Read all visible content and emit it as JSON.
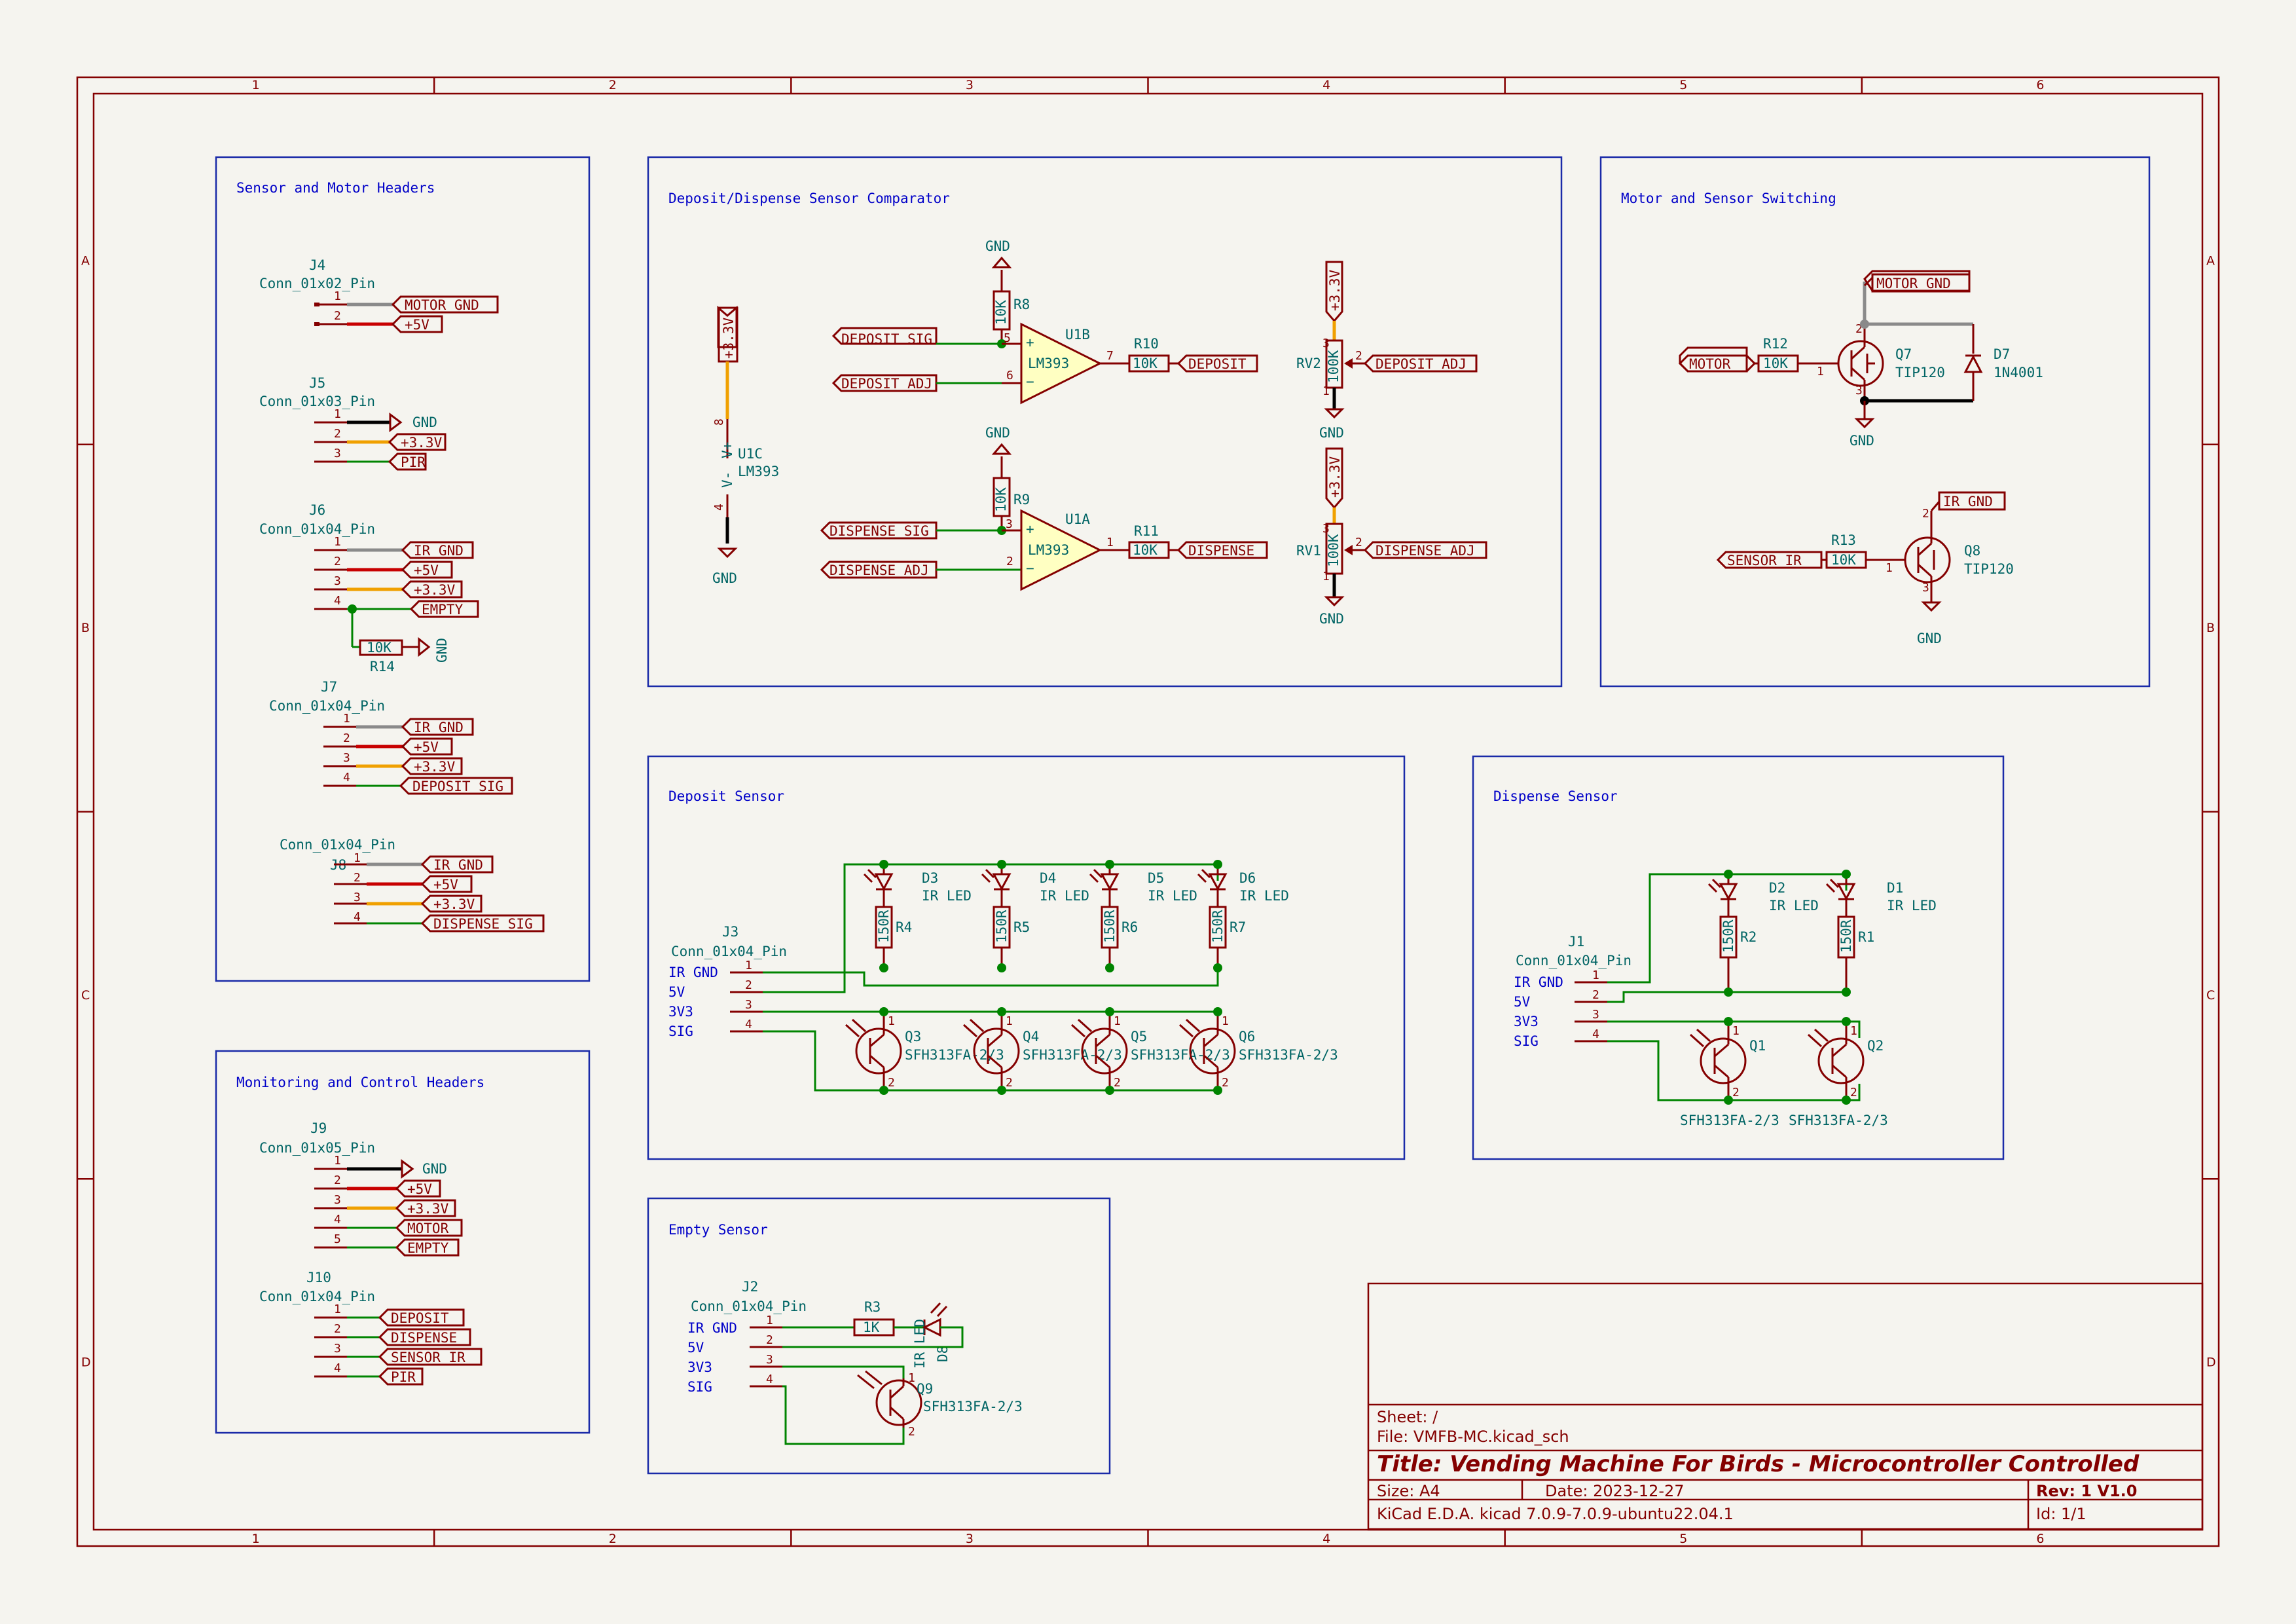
{
  "border": {
    "columns": [
      "1",
      "2",
      "3",
      "4",
      "5",
      "6"
    ],
    "rows": [
      "A",
      "B",
      "C",
      "D"
    ]
  },
  "blocks": {
    "sensor_motor_headers": {
      "title": "Sensor and Motor Headers",
      "connectors": [
        {
          "ref": "J4",
          "value": "Conn_01x02_Pin",
          "pins": [
            "1",
            "2"
          ],
          "nets": [
            "MOTOR GND",
            "+5V"
          ]
        },
        {
          "ref": "J5",
          "value": "Conn_01x03_Pin",
          "pins": [
            "1",
            "2",
            "3"
          ],
          "nets": [
            "GND",
            "+3.3V",
            "PIR"
          ]
        },
        {
          "ref": "J6",
          "value": "Conn_01x04_Pin",
          "pins": [
            "1",
            "2",
            "3",
            "4"
          ],
          "nets": [
            "IR GND",
            "+5V",
            "+3.3V",
            "EMPTY"
          ]
        },
        {
          "ref": "J7",
          "value": "Conn_01x04_Pin",
          "pins": [
            "1",
            "2",
            "3",
            "4"
          ],
          "nets": [
            "IR GND",
            "+5V",
            "+3.3V",
            "DEPOSIT SIG"
          ]
        },
        {
          "ref": "J8",
          "value": "Conn_01x04_Pin",
          "pins": [
            "1",
            "2",
            "3",
            "4"
          ],
          "nets": [
            "IR GND",
            "+5V",
            "+3.3V",
            "DISPENSE SIG"
          ]
        }
      ],
      "r14": {
        "ref": "R14",
        "value": "10K",
        "gnd": "GND"
      }
    },
    "monitoring_control_headers": {
      "title": "Monitoring and Control Headers",
      "connectors": [
        {
          "ref": "J9",
          "value": "Conn_01x05_Pin",
          "pins": [
            "1",
            "2",
            "3",
            "4",
            "5"
          ],
          "nets": [
            "GND",
            "+5V",
            "+3.3V",
            "MOTOR",
            "EMPTY"
          ]
        },
        {
          "ref": "J10",
          "value": "Conn_01x04_Pin",
          "pins": [
            "1",
            "2",
            "3",
            "4"
          ],
          "nets": [
            "DEPOSIT",
            "DISPENSE",
            "SENSOR IR",
            "PIR"
          ]
        }
      ]
    },
    "comparator": {
      "title": "Deposit/Dispense Sensor Comparator",
      "u1c": {
        "ref": "U1C",
        "value": "LM393",
        "vplus": "V+",
        "vminus": "V-",
        "pin8": "8",
        "pin4": "4",
        "pwr": "+3.3V",
        "gnd": "GND"
      },
      "u1b": {
        "ref": "U1B",
        "value": "LM393",
        "in_pos": "DEPOSIT SIG",
        "in_neg": "DEPOSIT ADJ",
        "p5": "5",
        "p6": "6",
        "p7": "7",
        "gnd": "GND",
        "r_ref": "R8",
        "r_val": "10K",
        "out_r_ref": "R10",
        "out_r_val": "10K",
        "out": "DEPOSIT"
      },
      "u1a": {
        "ref": "U1A",
        "value": "LM393",
        "in_pos": "DISPENSE SIG",
        "in_neg": "DISPENSE ADJ",
        "p3": "3",
        "p2": "2",
        "p1": "1",
        "gnd": "GND",
        "r_ref": "R9",
        "r_val": "10K",
        "out_r_ref": "R11",
        "out_r_val": "10K",
        "out": "DISPENSE"
      },
      "rv2": {
        "ref": "RV2",
        "value": "100K",
        "pwr": "+3.3V",
        "gnd": "GND",
        "out": "DEPOSIT ADJ",
        "p1": "1",
        "p2": "2",
        "p3": "3"
      },
      "rv1": {
        "ref": "RV1",
        "value": "100K",
        "pwr": "+3.3V",
        "gnd": "GND",
        "out": "DISPENSE ADJ",
        "p1": "1",
        "p2": "2",
        "p3": "3"
      },
      "plus": "+",
      "minus": "−"
    },
    "motor_switching": {
      "title": "Motor and Sensor Switching",
      "motor_in": "MOTOR",
      "r12": {
        "ref": "R12",
        "value": "10K"
      },
      "q7": {
        "ref": "Q7",
        "value": "TIP120",
        "p1": "1",
        "p2": "2",
        "p3": "3"
      },
      "d7": {
        "ref": "D7",
        "value": "1N4001"
      },
      "motor_gnd": "MOTOR GND",
      "gnd1": "GND",
      "sensor_in": "SENSOR IR",
      "r13": {
        "ref": "R13",
        "value": "10K"
      },
      "q8": {
        "ref": "Q8",
        "value": "TIP120",
        "p1": "1",
        "p2": "2",
        "p3": "3"
      },
      "ir_gnd": "IR GND",
      "gnd2": "GND"
    },
    "deposit_sensor": {
      "title": "Deposit Sensor",
      "connector": {
        "ref": "J3",
        "value": "Conn_01x04_Pin",
        "pins": [
          "1",
          "2",
          "3",
          "4"
        ],
        "nets": [
          "IR GND",
          "5V",
          "3V3",
          "SIG"
        ]
      },
      "leds": [
        {
          "ref": "D3",
          "value": "IR LED"
        },
        {
          "ref": "D4",
          "value": "IR LED"
        },
        {
          "ref": "D5",
          "value": "IR LED"
        },
        {
          "ref": "D6",
          "value": "IR LED"
        }
      ],
      "resistors": [
        {
          "ref": "R4",
          "value": "150R"
        },
        {
          "ref": "R5",
          "value": "150R"
        },
        {
          "ref": "R6",
          "value": "150R"
        },
        {
          "ref": "R7",
          "value": "150R"
        }
      ],
      "transistors": [
        {
          "ref": "Q3",
          "value": "SFH313FA-2/3"
        },
        {
          "ref": "Q4",
          "value": "SFH313FA-2/3"
        },
        {
          "ref": "Q5",
          "value": "SFH313FA-2/3"
        },
        {
          "ref": "Q6",
          "value": "SFH313FA-2/3"
        }
      ],
      "p1": "1",
      "p2": "2"
    },
    "dispense_sensor": {
      "title": "Dispense Sensor",
      "connector": {
        "ref": "J1",
        "value": "Conn_01x04_Pin",
        "pins": [
          "1",
          "2",
          "3",
          "4"
        ],
        "nets": [
          "IR GND",
          "5V",
          "3V3",
          "SIG"
        ]
      },
      "leds": [
        {
          "ref": "D2",
          "value": "IR LED"
        },
        {
          "ref": "D1",
          "value": "IR LED"
        }
      ],
      "resistors": [
        {
          "ref": "R2",
          "value": "150R"
        },
        {
          "ref": "R1",
          "value": "150R"
        }
      ],
      "transistors": [
        {
          "ref": "Q1",
          "value": "SFH313FA-2/3"
        },
        {
          "ref": "Q2",
          "value": "SFH313FA-2/3"
        }
      ],
      "p1": "1",
      "p2": "2"
    },
    "empty_sensor": {
      "title": "Empty Sensor",
      "connector": {
        "ref": "J2",
        "value": "Conn_01x04_Pin",
        "pins": [
          "1",
          "2",
          "3",
          "4"
        ],
        "nets": [
          "IR GND",
          "5V",
          "3V3",
          "SIG"
        ]
      },
      "r3": {
        "ref": "R3",
        "value": "1K"
      },
      "d8": {
        "ref": "D8",
        "value": "IR LED"
      },
      "q9": {
        "ref": "Q9",
        "value": "SFH313FA-2/3",
        "p1": "1",
        "p2": "2"
      }
    }
  },
  "title_block": {
    "sheet": "Sheet: /",
    "file": "File: VMFB-MC.kicad_sch",
    "title": "Title: Vending Machine For Birds - Microcontroller Controlled",
    "size": "Size: A4",
    "date": "Date: 2023-12-27",
    "rev": "Rev: 1 V1.0",
    "tool": "KiCad E.D.A.  kicad 7.0.9-7.0.9-ubuntu22.04.1",
    "id": "Id: 1/1"
  },
  "colors": {
    "background": "#f5f4ef",
    "border": "#840000",
    "wire": "#008400",
    "label": "#840000",
    "reference": "#006464",
    "sheet_title": "#0000c8",
    "opamp_fill": "#ffffc2"
  }
}
